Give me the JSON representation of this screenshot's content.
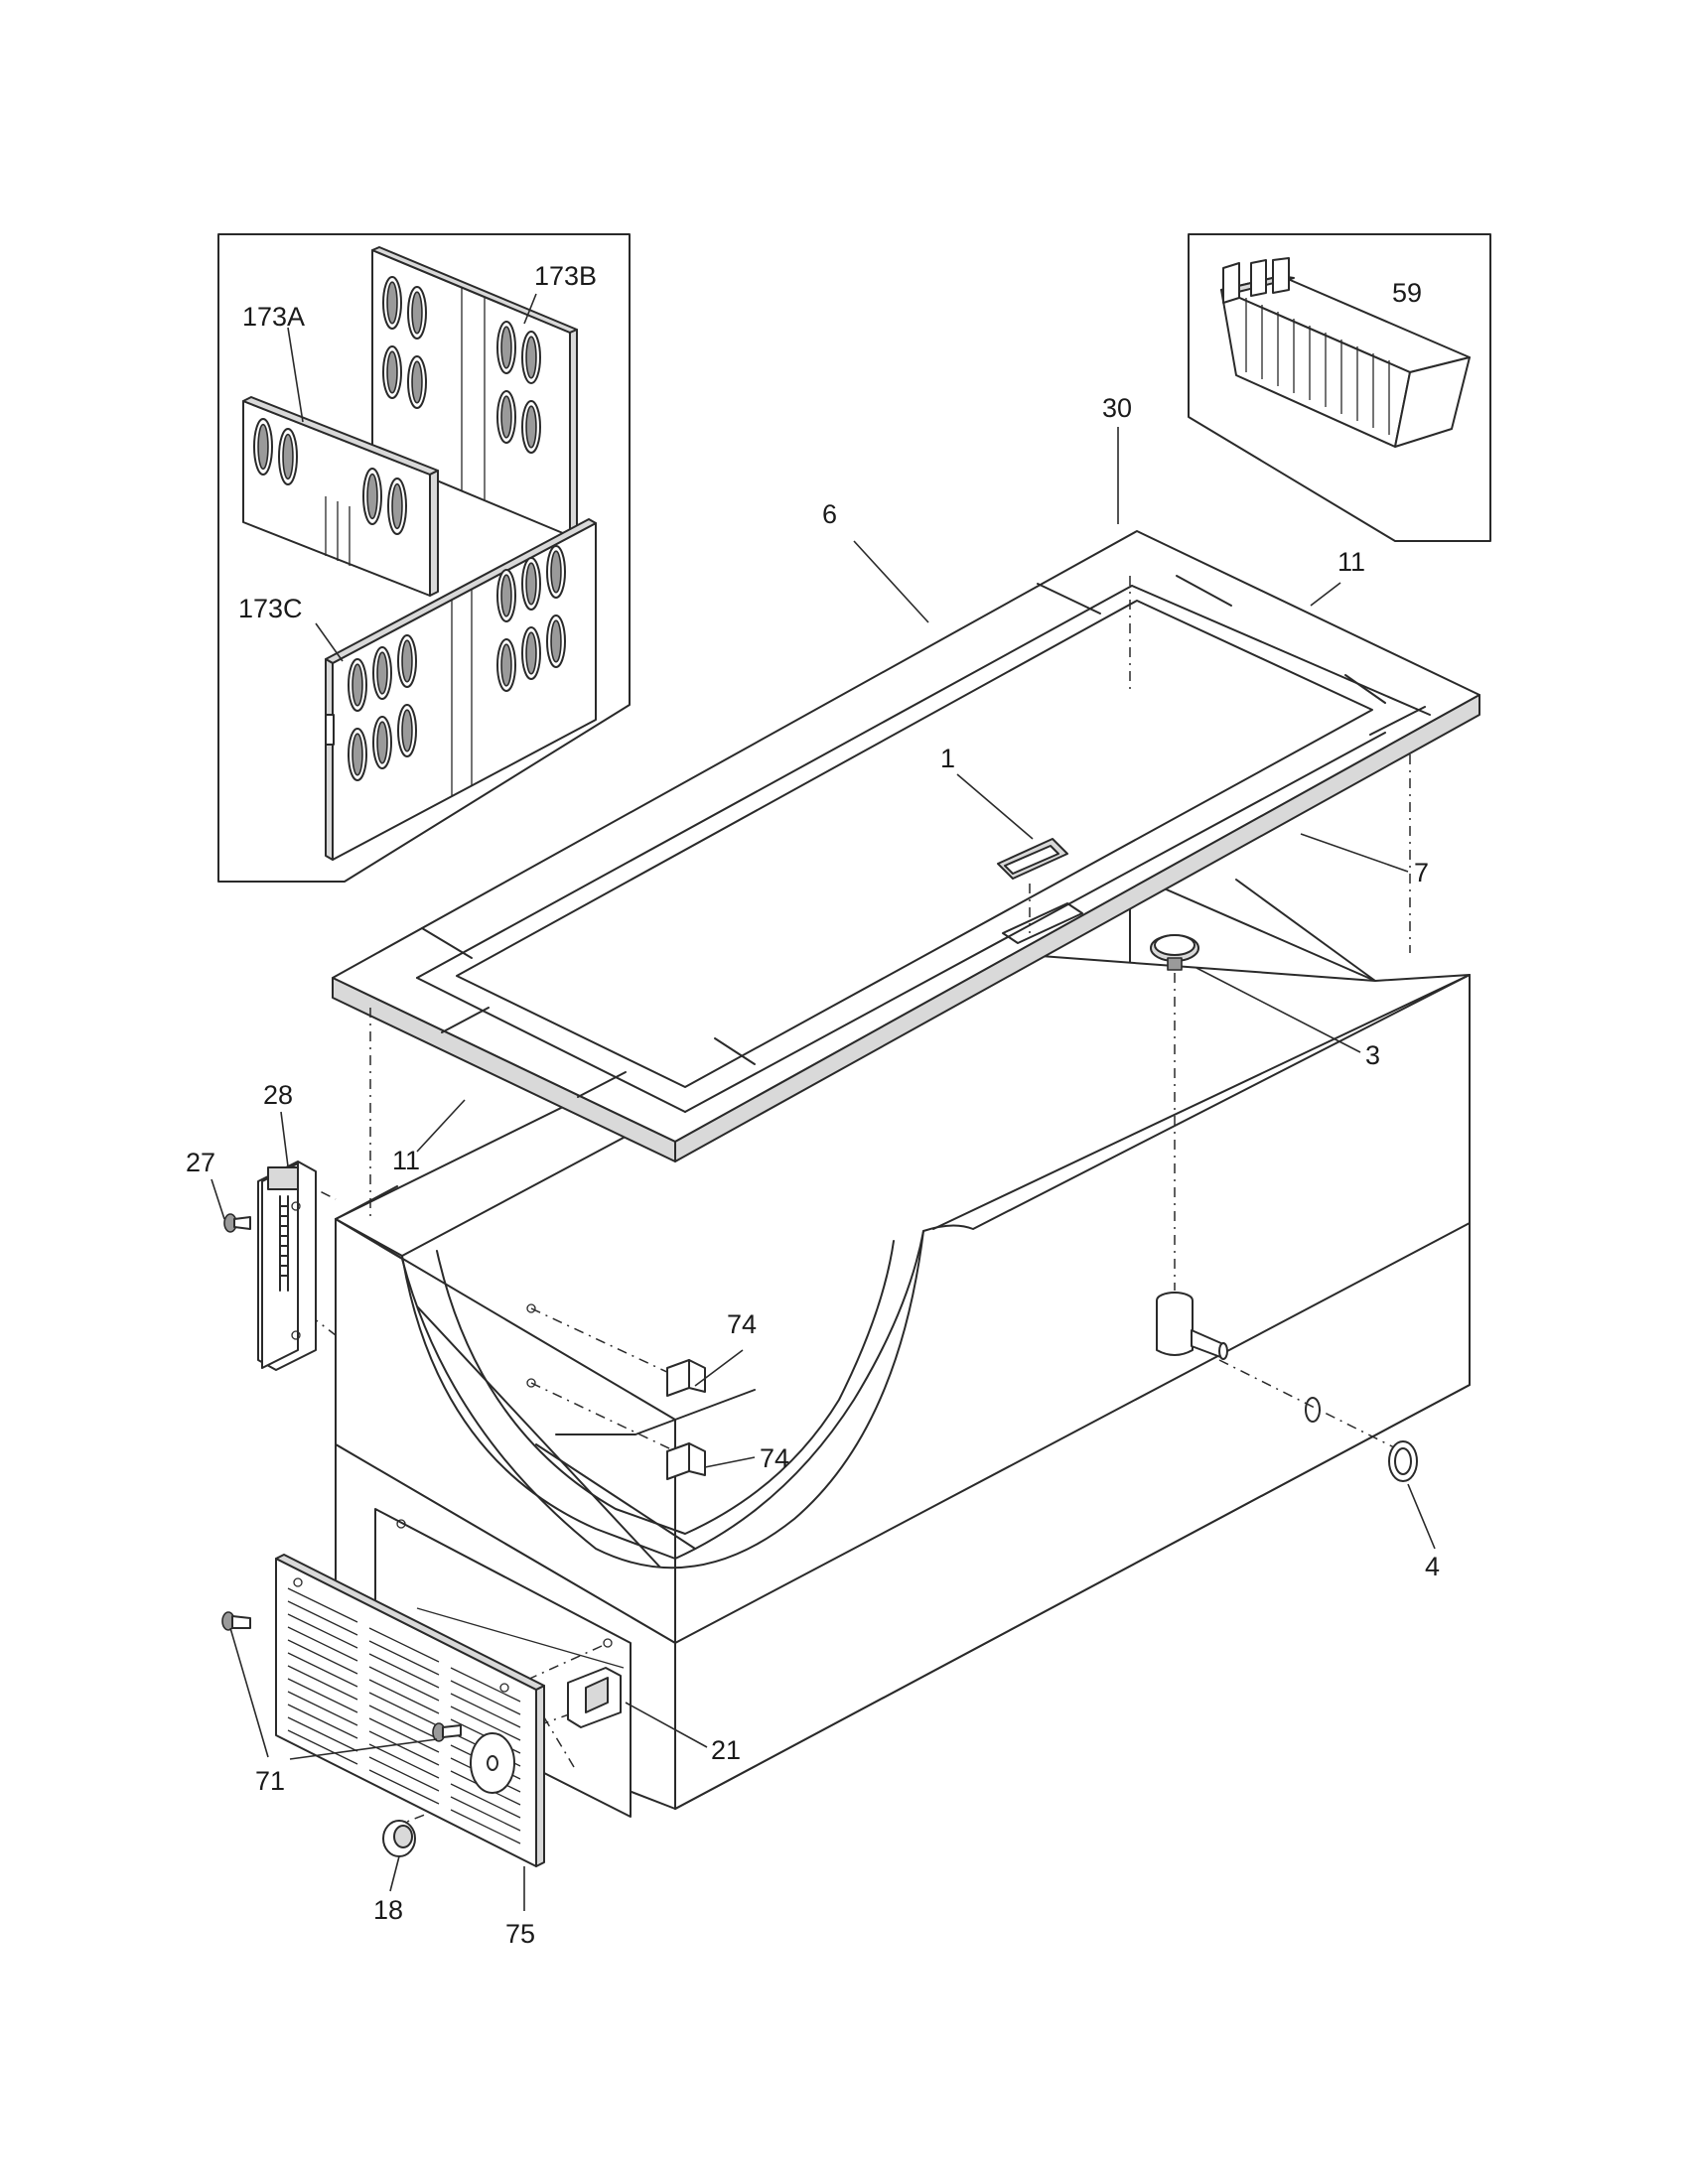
{
  "diagram": {
    "callouts": {
      "p1": "1",
      "p3": "3",
      "p4": "4",
      "p6": "6",
      "p7": "7",
      "p11_top": "11",
      "p11_bottom": "11",
      "p18": "18",
      "p21": "21",
      "p27": "27",
      "p28": "28",
      "p30": "30",
      "p59": "59",
      "p71": "71",
      "p74_upper": "74",
      "p74_lower": "74",
      "p75": "75",
      "p173a": "173A",
      "p173b": "173B",
      "p173c": "173C"
    }
  }
}
